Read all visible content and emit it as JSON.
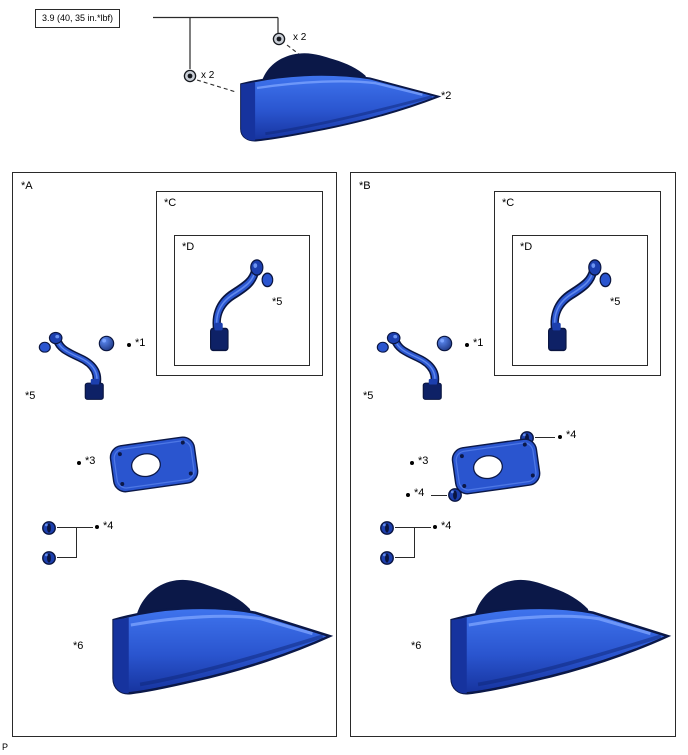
{
  "colors": {
    "part_blue": "#2a55cf",
    "part_blue_dark": "#0b1848",
    "line_black": "#2a2a2a"
  },
  "torque_callout": {
    "spec": "3.9 (40, 35 in.*lbf)",
    "bolt_top_qty": "x 2",
    "bolt_left_qty": "x 2"
  },
  "top_assembly": {
    "lamp_label": "*2"
  },
  "panels": [
    {
      "label": "*A",
      "bulb_label": "*1",
      "harness_label": "*5",
      "gasket_label": "*3",
      "clip_pair_label": "*4",
      "lamp_label": "*6",
      "detail_box": {
        "label": "*C",
        "inner_box": {
          "label": "*D",
          "harness_label": "*5"
        }
      }
    },
    {
      "label": "*B",
      "bulb_label": "*1",
      "harness_label": "*5",
      "gasket_label": "*3",
      "clip_top_right_label": "*4",
      "clip_mid_label": "*4",
      "clip_pair_label": "*4",
      "lamp_label": "*6",
      "detail_box": {
        "label": "*C",
        "inner_box": {
          "label": "*D",
          "harness_label": "*5"
        }
      }
    }
  ],
  "footer": {
    "page_marker": "P"
  }
}
